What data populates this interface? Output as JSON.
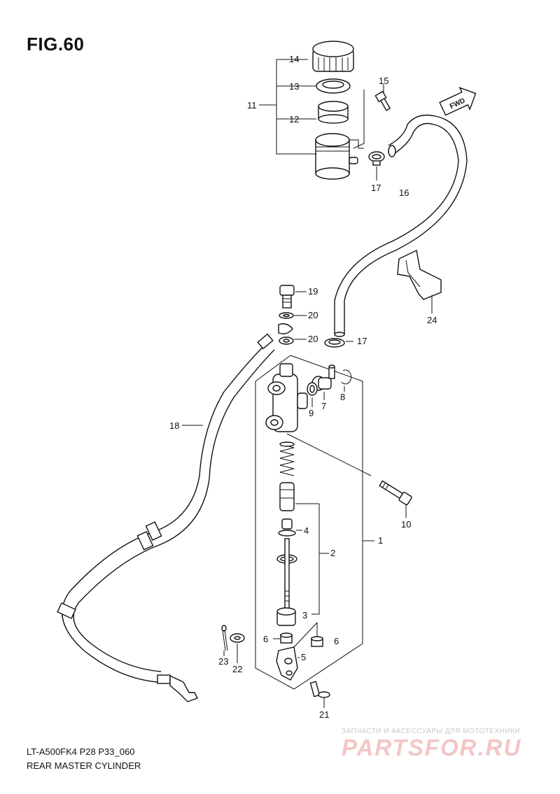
{
  "figure": {
    "title": "FIG.60"
  },
  "footer": {
    "code": "LT-A500FK4 P28 P33_060",
    "subtitle": "REAR MASTER CYLINDER"
  },
  "watermark": {
    "tagline": "ЗАПЧАСТИ И АКСЕССУАРЫ ДЛЯ МОТОТЕХНИКИ",
    "brand": "PARTSFOR.RU"
  },
  "fwd_label": "FWD",
  "callouts": {
    "c1": "1",
    "c2": "2",
    "c3": "3",
    "c4": "4",
    "c5": "5",
    "c6a": "6",
    "c6b": "6",
    "c7": "7",
    "c8": "8",
    "c9": "9",
    "c10": "10",
    "c11": "11",
    "c12": "12",
    "c13": "13",
    "c14": "14",
    "c15": "15",
    "c16": "16",
    "c17a": "17",
    "c17b": "17",
    "c18": "18",
    "c19": "19",
    "c20a": "20",
    "c20b": "20",
    "c21": "21",
    "c22": "22",
    "c23": "23",
    "c24": "24"
  }
}
